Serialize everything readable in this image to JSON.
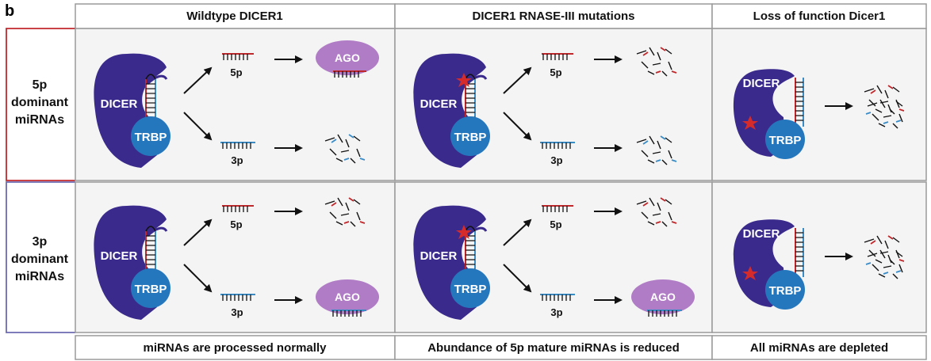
{
  "panel_label": "b",
  "column_headers": [
    "Wildtype DICER1",
    "DICER1 RNASE-III mutations",
    "Loss of function Dicer1"
  ],
  "row_labels": [
    [
      "5p",
      "dominant",
      "miRNAs"
    ],
    [
      "3p",
      "dominant",
      "miRNAs"
    ]
  ],
  "footers": [
    "miRNAs are processed normally",
    "Abundance of 5p mature miRNAs is reduced",
    "All miRNAs are depleted"
  ],
  "labels": {
    "dicer": "DICER",
    "trbp": "TRBP",
    "ago": "AGO",
    "arm_5p": "5p",
    "arm_3p": "3p"
  },
  "colors": {
    "dicer": "#3a2a8c",
    "trbp": "#2577bd",
    "ago": "#b07cc6",
    "strand_5p": "#c0282c",
    "strand_3p": "#3a8cc7",
    "mutation_star": "#d62b2b",
    "row1_border": "#c0282c",
    "row2_border": "#6c6ab0",
    "grid": "#9a9a9a",
    "cell_bg": "#f4f4f4"
  },
  "legend_icons": [
    "dicer-enzyme-icon",
    "trbp-protein-icon",
    "ago-protein-icon",
    "mutation-star-icon",
    "degraded-rna-icon"
  ]
}
